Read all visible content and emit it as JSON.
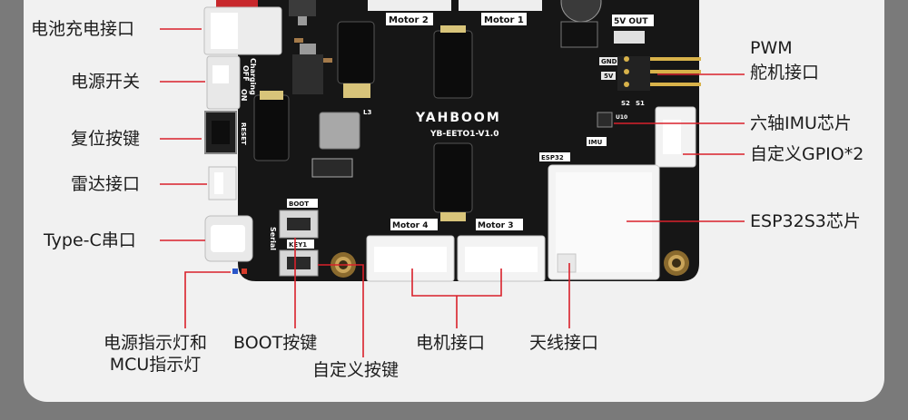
{
  "labels": {
    "battery_port": "电池充电接口",
    "power_switch": "电源开关",
    "reset_button": "复位按键",
    "lidar_port": "雷达接口",
    "typec_serial": "Type-C串口",
    "power_mcu_led_1": "电源指示灯和",
    "power_mcu_led_2": "MCU指示灯",
    "boot_button": "BOOT按键",
    "custom_button": "自定义按键",
    "motor_port": "电机接口",
    "antenna_port": "天线接口",
    "pwm_1": "PWM",
    "pwm_2": "舵机接口",
    "imu": "六轴IMU芯片",
    "gpio": "自定义GPIO*2",
    "esp32": "ESP32S3芯片"
  },
  "silkscreen": {
    "motor1": "Motor 1",
    "motor2": "Motor 2",
    "motor3": "Motor 3",
    "motor4": "Motor 4",
    "out5v": "5V OUT",
    "logo": "YAHBOOM",
    "model": "YB-EETO1-V1.0",
    "esp32": "ESP32",
    "boot": "BOOT",
    "key1": "KEY1",
    "serial": "Serial",
    "charging": "Charging",
    "off": "OFF",
    "on": "ON",
    "reset": "RESET",
    "imu": "IMU",
    "gnd": "GND",
    "v5": "5V",
    "s1": "S1",
    "s2": "S2",
    "v5b": "5V",
    "l3": "L3",
    "u10": "U10"
  },
  "colors": {
    "pcb": "#161616",
    "leader": "#d9212b",
    "text": "#1c1c1c",
    "panel": "#f1f1f1"
  }
}
